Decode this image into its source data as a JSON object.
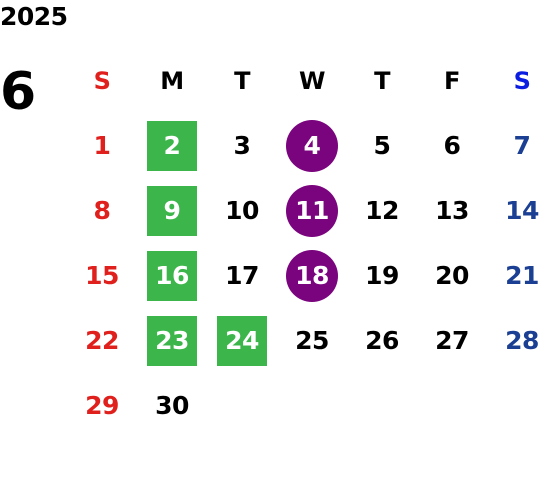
{
  "calendar": {
    "year": "2025",
    "month": "6",
    "weekdays": [
      "S",
      "M",
      "T",
      "W",
      "T",
      "F",
      "S"
    ],
    "colors": {
      "sunday": "#e0201c",
      "saturday_header": "#0b1de0",
      "saturday": "#1a3f93",
      "green_highlight": "#3cb64b",
      "purple_highlight": "#7a037e"
    },
    "weeks": [
      [
        "1",
        "2",
        "3",
        "4",
        "5",
        "6",
        "7"
      ],
      [
        "8",
        "9",
        "10",
        "11",
        "12",
        "13",
        "14"
      ],
      [
        "15",
        "16",
        "17",
        "18",
        "19",
        "20",
        "21"
      ],
      [
        "22",
        "23",
        "24",
        "25",
        "26",
        "27",
        "28"
      ],
      [
        "29",
        "30",
        "",
        "",
        "",
        "",
        ""
      ]
    ],
    "green_days": [
      "2",
      "9",
      "16",
      "23",
      "24"
    ],
    "purple_days": [
      "4",
      "11",
      "18"
    ]
  }
}
